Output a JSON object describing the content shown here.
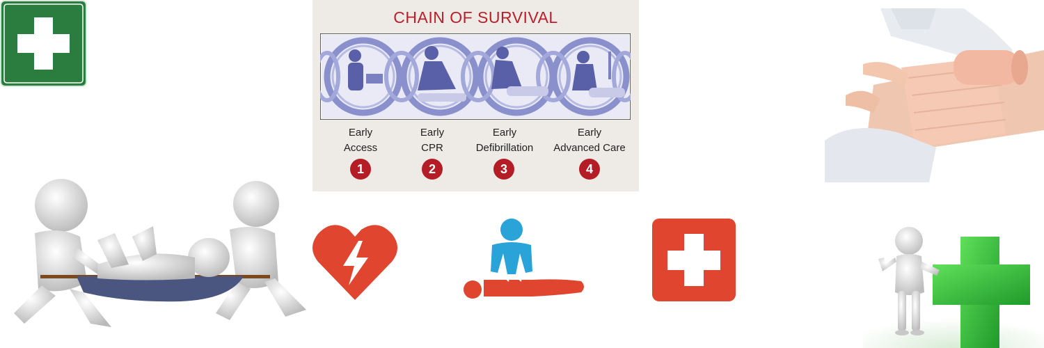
{
  "poster": {
    "title": "CHAIN OF SURVIVAL",
    "steps": [
      {
        "line1": "Early",
        "line2": "Access",
        "number": "1"
      },
      {
        "line1": "Early",
        "line2": "CPR",
        "number": "2"
      },
      {
        "line1": "Early",
        "line2": "Defibrillation",
        "number": "3"
      },
      {
        "line1": "Early",
        "line2": "Advanced Care",
        "number": "4"
      }
    ]
  },
  "colors": {
    "first_aid_green": "#2a7d3e",
    "poster_red": "#b41c26",
    "icon_red": "#e0452f",
    "cpr_blue": "#2aa3d8",
    "cross_green": "#2fbf3a",
    "poster_bg": "#eeebe7",
    "band_blue": "#7f86c8"
  },
  "icons": [
    "first-aid-sign-icon",
    "aed-heart-icon",
    "cpr-icon",
    "red-cross-icon",
    "green-cross-icon"
  ]
}
